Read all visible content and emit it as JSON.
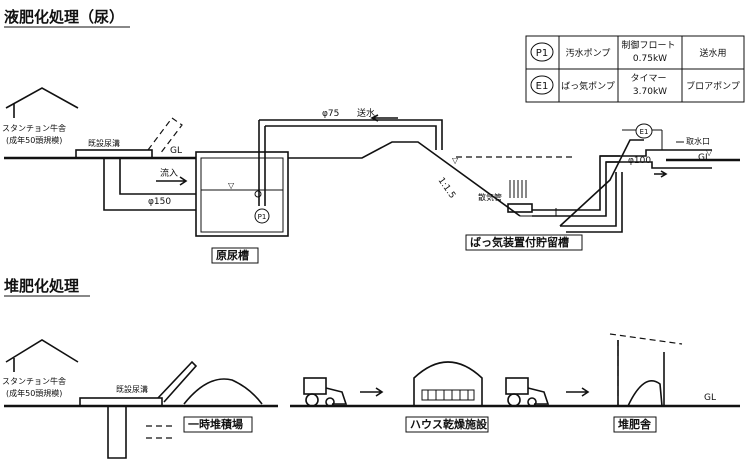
{
  "sections": {
    "liquid_title": "液肥化処理（尿）",
    "compost_title": "堆肥化処理"
  },
  "legend": {
    "rows": [
      {
        "symbol": "P1",
        "name": "汚水ポンプ",
        "spec": "制御フロート\n0.75kW",
        "use": "送水用"
      },
      {
        "symbol": "E1",
        "name": "ばっ気ポンプ",
        "spec": "タイマー\n3.70kW",
        "use": "ブロアポンプ"
      }
    ]
  },
  "liquid": {
    "barn_label": "スタンチョン牛舎\n(成年50頭規模)",
    "existing_trough": "既設尿溝",
    "gl_left": "GL",
    "inflow": "流入",
    "pipe_inlet": "φ150",
    "pump_p1": "P1",
    "urine_tank": "原尿槽",
    "pipe_main": "φ75",
    "send_water": "送水",
    "slope": "1:1.5",
    "aeration_pipe": "散気管",
    "pump_e1": "E1",
    "pipe_outlet": "φ100",
    "intake": "取水口",
    "gl_right": "GL",
    "storage_tank": "ばっ気装置付貯留槽"
  },
  "compost": {
    "barn_label": "スタンチョン牛舎\n(成年50頭規模)",
    "existing_trough": "既設尿溝",
    "temp_pile": "一時堆積場",
    "house_dryer": "ハウス乾燥施設",
    "compost_shed": "堆肥舎",
    "gl": "GL"
  }
}
